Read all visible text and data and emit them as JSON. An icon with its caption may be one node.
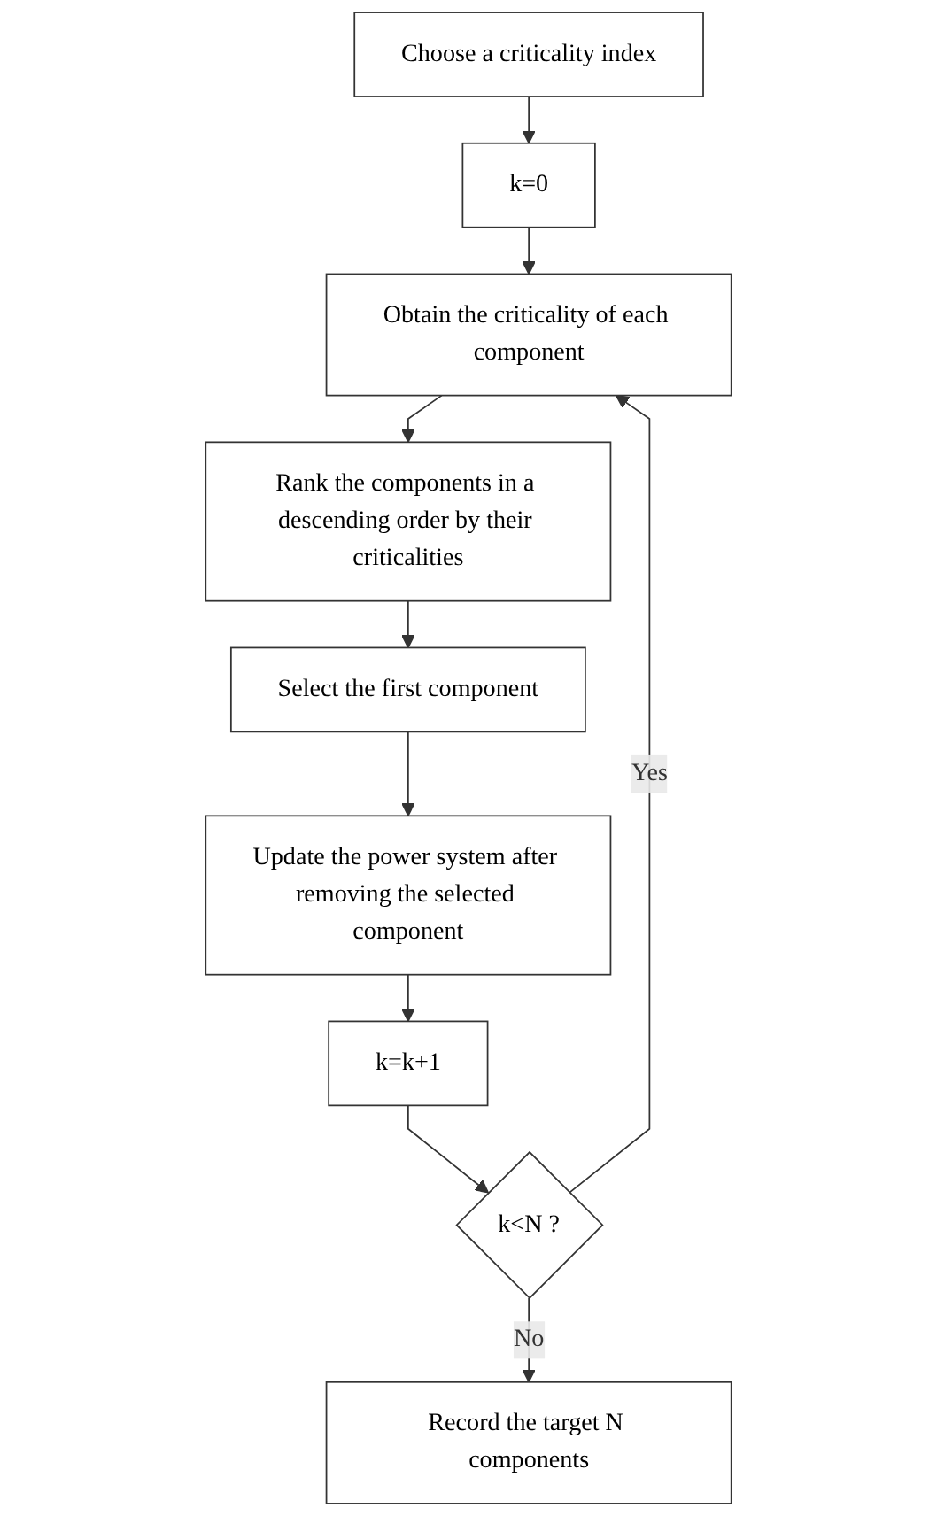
{
  "diagram": {
    "nodes": [
      {
        "text": [
          "Choose a criticality index"
        ]
      },
      {
        "text": [
          "k=0"
        ]
      },
      {
        "text": [
          "Obtain the criticality of each component"
        ]
      },
      {
        "text": [
          "Rank the components in a descending order by their criticalities"
        ]
      },
      {
        "text": [
          "Select the first component"
        ]
      },
      {
        "text": [
          "Update the power system after removing the selected component"
        ]
      },
      {
        "text": [
          "k=k+1"
        ]
      },
      {
        "text": [
          "k<N ?"
        ]
      },
      {
        "text": [
          "Record the target N components"
        ]
      }
    ],
    "edges": [
      {
        "from": 0,
        "to": 1,
        "arrow": "to"
      },
      {
        "from": 1,
        "to": 2,
        "arrow": "to"
      },
      {
        "from": 2,
        "to": 3,
        "arrow": "to"
      },
      {
        "from": 3,
        "to": 4,
        "arrow": "to"
      },
      {
        "from": 4,
        "to": 5,
        "arrow": "to"
      },
      {
        "from": 5,
        "to": 6,
        "arrow": "to"
      },
      {
        "from": 6,
        "to": 7,
        "arrow": "to"
      },
      {
        "from": 7,
        "to": 2,
        "arrow": "to",
        "label": "Yes"
      },
      {
        "from": 7,
        "to": 8,
        "arrow": "to",
        "label": "No"
      }
    ]
  }
}
